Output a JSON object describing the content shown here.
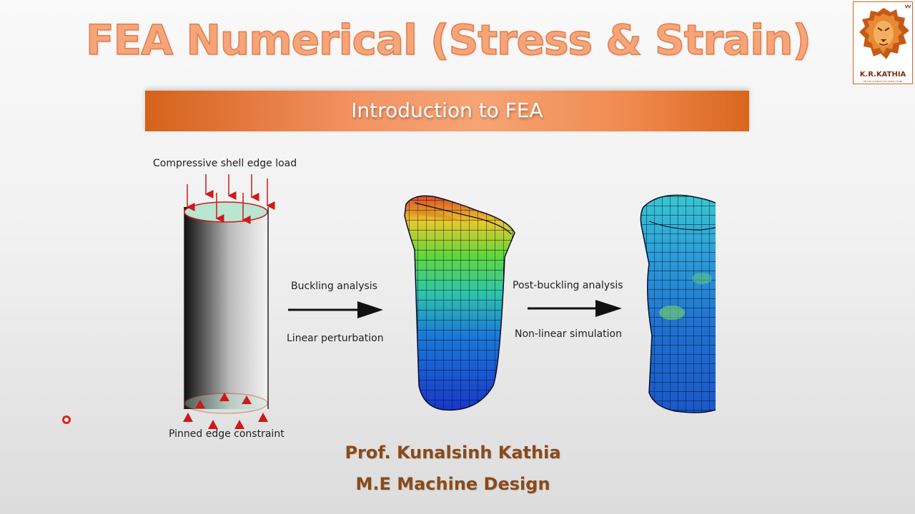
{
  "slide": {
    "title": "FEA Numerical (Stress & Strain)",
    "subtitle": "Introduction to FEA"
  },
  "logo": {
    "name": "K.R.KATHIA",
    "tagline": "BE THE CHANGE YOU WANT TO BE",
    "icon": "lion-head-icon"
  },
  "diagram": {
    "load_label": "Compressive shell edge load",
    "constraint_label": "Pinned edge constraint",
    "step1_top": "Buckling analysis",
    "step1_bottom": "Linear perturbation",
    "step2_top": "Post-buckling analysis",
    "step2_bottom": "Non-linear simulation"
  },
  "credits": {
    "author": "Prof. Kunalsinh Kathia",
    "degree": "M.E Machine Design"
  },
  "colors": {
    "title": "#f7a479",
    "banner_orange": "#f08a4f",
    "credit_brown": "#8a4a1a",
    "load_arrow_red": "#d01818",
    "laser_pointer": "#e0201a"
  }
}
